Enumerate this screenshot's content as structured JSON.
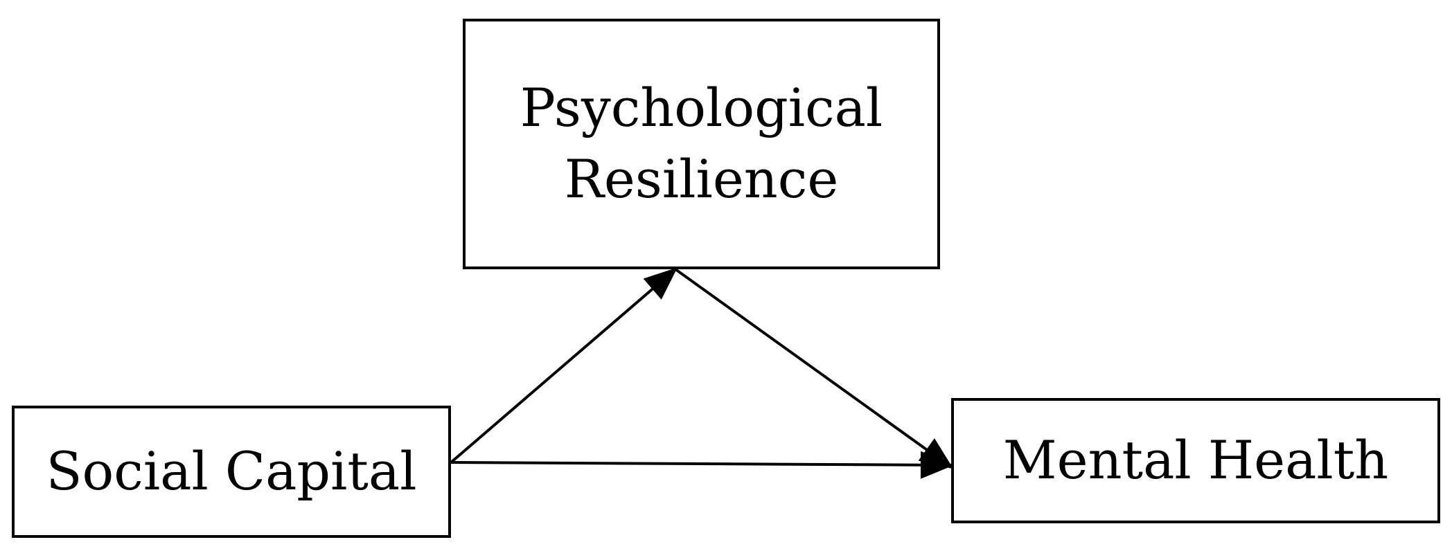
{
  "diagram": {
    "nodes": {
      "source": {
        "label": "Social Capital"
      },
      "mediator": {
        "line1": "Psychological",
        "line2": "Resilience"
      },
      "target": {
        "label": "Mental Health"
      }
    },
    "edges": [
      {
        "from": "Social Capital",
        "to": "Psychological Resilience"
      },
      {
        "from": "Psychological Resilience",
        "to": "Mental Health"
      },
      {
        "from": "Social Capital",
        "to": "Mental Health"
      }
    ],
    "colors": {
      "stroke": "#000000",
      "fill": "#ffffff"
    }
  }
}
